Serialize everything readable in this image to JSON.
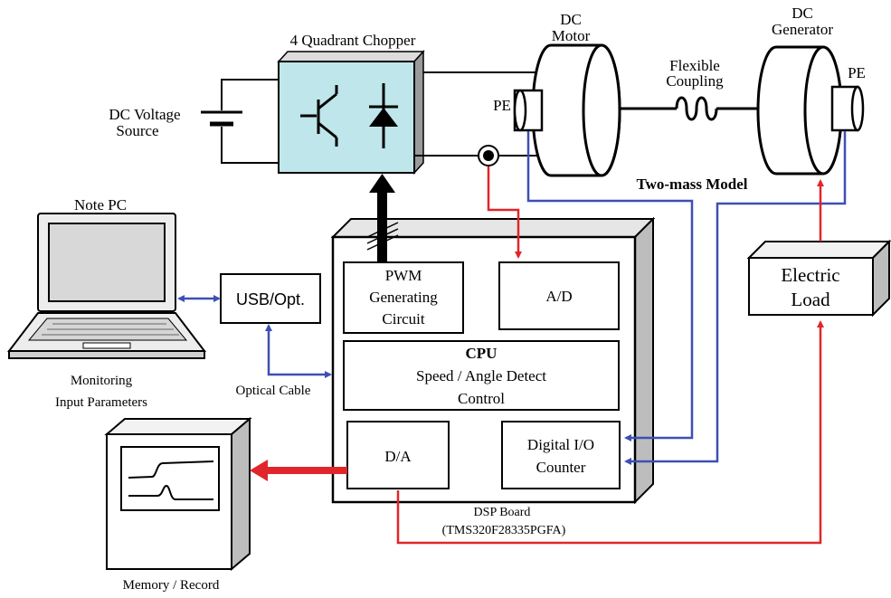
{
  "labels": {
    "dc_voltage_source": [
      "DC Voltage",
      "Source"
    ],
    "chopper": "4 Quadrant Chopper",
    "dc_motor": [
      "DC",
      "Motor"
    ],
    "flexible_coupling": [
      "Flexible",
      "Coupling"
    ],
    "dc_generator": [
      "DC",
      "Generator"
    ],
    "pe_motor": "PE",
    "pe_generator": "PE",
    "two_mass_model": "Two-mass Model",
    "note_pc": "Note PC",
    "monitoring": [
      "Monitoring",
      "Input Parameters"
    ],
    "usb_opt": "USB/Opt.",
    "optical_cable": "Optical Cable",
    "pwm": [
      "PWM",
      "Generating",
      "Circuit"
    ],
    "ad": "A/D",
    "cpu": [
      "CPU",
      "Speed / Angle Detect",
      "Control"
    ],
    "da": "D/A",
    "digital_io": [
      "Digital I/O",
      "Counter"
    ],
    "electric_load": [
      "Electric",
      "Load"
    ],
    "dsp_board": [
      "DSP Board",
      "(TMS320F28335PGFA)"
    ],
    "memory_record": "Memory / Record"
  },
  "colors": {
    "signal_red": "#e0262a",
    "signal_blue": "#3d4fb5",
    "chopper_fill": "#bfe6ea",
    "board_shadow": "#bdbdbd",
    "box_fill": "#ffffff",
    "line": "#000000"
  }
}
